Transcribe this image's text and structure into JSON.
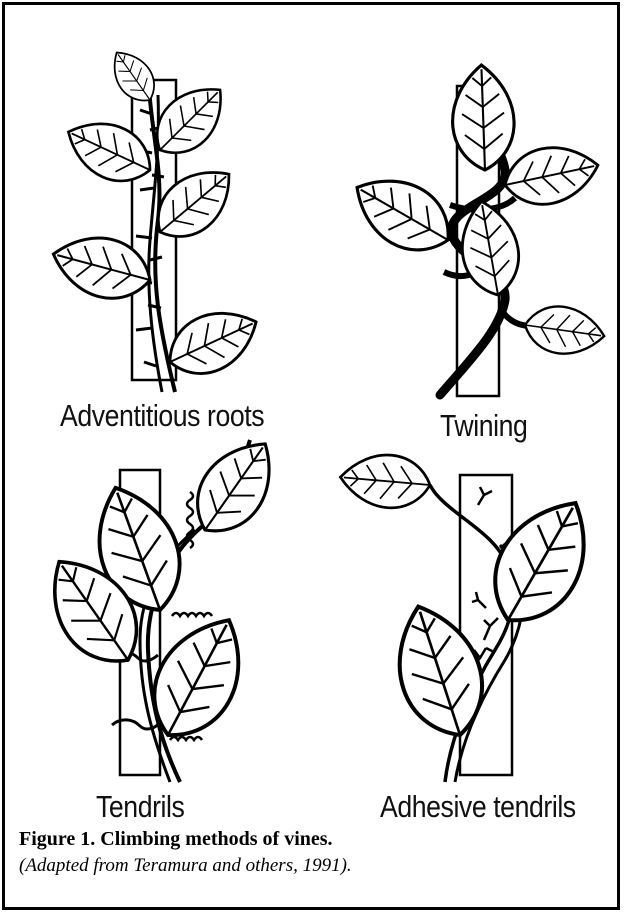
{
  "panels": [
    {
      "id": "adventitious-roots",
      "label": "Adventitious roots"
    },
    {
      "id": "twining",
      "label": "Twining"
    },
    {
      "id": "tendrils",
      "label": "Tendrils"
    },
    {
      "id": "adhesive-tendrils",
      "label": "Adhesive tendrils"
    }
  ],
  "caption": {
    "title": "Figure 1.  Climbing methods of vines.",
    "source": "(Adapted from Teramura and others, 1991)."
  },
  "colors": {
    "ink": "#000000",
    "background": "#ffffff"
  }
}
